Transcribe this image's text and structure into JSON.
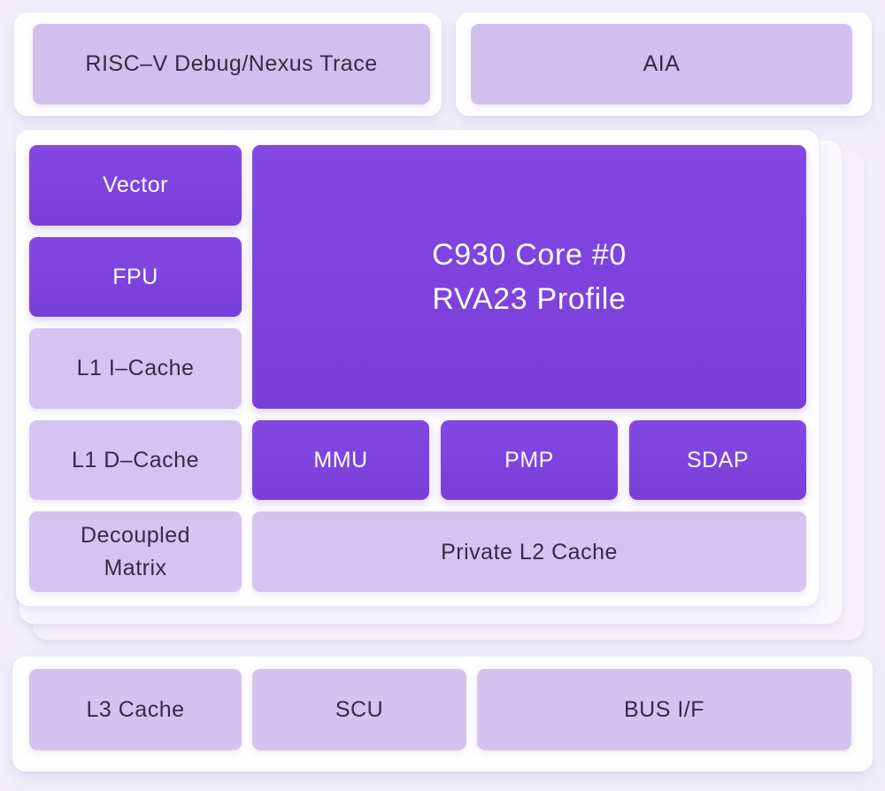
{
  "colors": {
    "page_background": "#f1eefa",
    "card_background": "#fffefe",
    "accent_solid_purple": "#7e43dd",
    "accent_light_purple": "#d3c3ef",
    "text_on_solid": "#fdfcff",
    "text_dark": "#362a47"
  },
  "top_row": {
    "debug": {
      "label": "RISC–V Debug/Nexus Trace"
    },
    "aia": {
      "label": "AIA"
    }
  },
  "core_cluster": {
    "core": {
      "line1": "C930 Core #0",
      "line2": "RVA23 Profile"
    },
    "left_column": [
      {
        "label": "Vector"
      },
      {
        "label": "FPU"
      },
      {
        "label": "L1 I–Cache"
      },
      {
        "label": "L1 D–Cache"
      },
      {
        "label": "Decoupled Matrix"
      }
    ],
    "mmu_row": [
      {
        "label": "MMU"
      },
      {
        "label": "PMP"
      },
      {
        "label": "SDAP"
      }
    ],
    "l2": {
      "label": "Private L2 Cache"
    }
  },
  "uncore_row": [
    {
      "label": "L3 Cache"
    },
    {
      "label": "SCU"
    },
    {
      "label": "BUS I/F"
    }
  ]
}
